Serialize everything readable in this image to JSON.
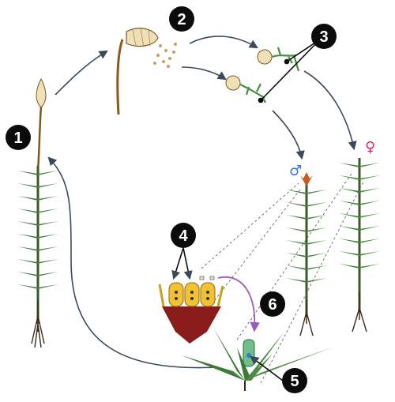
{
  "diagram": {
    "markers": [
      {
        "id": "m1",
        "label": "1"
      },
      {
        "id": "m2",
        "label": "2"
      },
      {
        "id": "m3",
        "label": "3"
      },
      {
        "id": "m4",
        "label": "4"
      },
      {
        "id": "m5",
        "label": "5"
      },
      {
        "id": "m6",
        "label": "6"
      }
    ],
    "symbols": {
      "male": "♂",
      "female": "♀"
    },
    "colors": {
      "marker_fill": "#0b0b0b",
      "marker_text": "#ffffff",
      "arrow": "#3a4a5a",
      "male_symbol": "#2b7bd4",
      "female_symbol": "#e2245c",
      "leaf_green": "#3e7a3a",
      "stem_brown": "#7a5a1e",
      "capsule": "#efe0b8",
      "antheridia_yellow": "#f2c232",
      "receptacle_red": "#8a1c1c",
      "fertilization_arrow": "#9a5bc0"
    }
  }
}
